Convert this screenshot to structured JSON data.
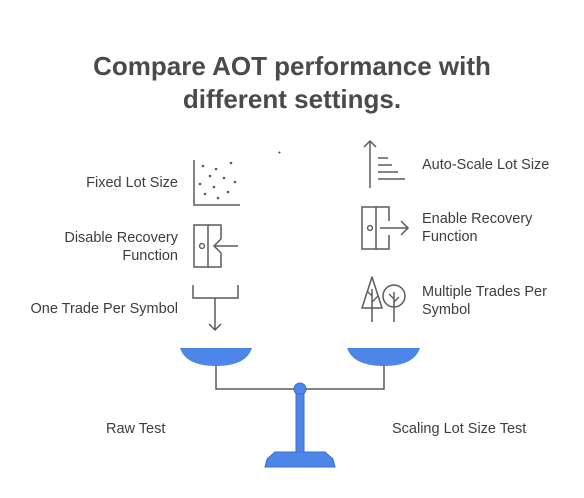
{
  "title": "Compare AOT performance with different settings.",
  "left": {
    "items": [
      {
        "label": "Fixed Lot Size",
        "icon": "scatter-plot-icon"
      },
      {
        "label": "Disable Recovery Function",
        "icon": "enter-door-icon"
      },
      {
        "label": "One Trade Per Symbol",
        "icon": "bracket-down-arrow-icon"
      }
    ],
    "base_label": "Raw Test"
  },
  "right": {
    "items": [
      {
        "label": "Auto-Scale Lot Size",
        "icon": "scale-up-arrow-icon"
      },
      {
        "label": "Enable Recovery Function",
        "icon": "exit-door-icon"
      },
      {
        "label": "Multiple Trades Per Symbol",
        "icon": "trees-icon"
      }
    ],
    "base_label": "Scaling Lot Size Test"
  },
  "colors": {
    "scale_blue": "#4d86e8",
    "stroke": "#5a5a5a"
  }
}
